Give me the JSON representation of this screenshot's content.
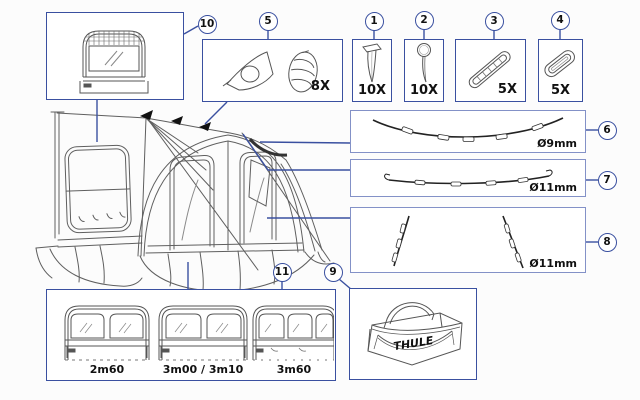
{
  "diagram": {
    "title_hidden": "",
    "colors": {
      "accent": "#3a50a0",
      "accent_light": "#8391c7",
      "line": "#5f5f5f",
      "black": "#111111"
    },
    "parts": {
      "peg": {
        "callout": "1",
        "qty": "10X"
      },
      "ring_pin": {
        "callout": "2",
        "qty": "10X"
      },
      "tension_strap": {
        "callout": "3",
        "qty": "5X"
      },
      "webbing_loop": {
        "callout": "4",
        "qty": "5X"
      },
      "clamp_kit": {
        "callout": "5",
        "qty": "8X"
      },
      "curved_pole": {
        "callout": "6",
        "diameter": "Ø9mm"
      },
      "straight_pole": {
        "callout": "7",
        "diameter": "Ø11mm"
      },
      "upright_poles": {
        "callout": "8",
        "diameter": "Ø11mm"
      },
      "storage_bag": {
        "callout": "9",
        "brand": "THULE"
      },
      "front_top_panel": {
        "callout": "10"
      },
      "front_panels": {
        "callout": "11",
        "sizes": [
          "2m60",
          "3m00 / 3m10",
          "3m60"
        ]
      }
    }
  }
}
